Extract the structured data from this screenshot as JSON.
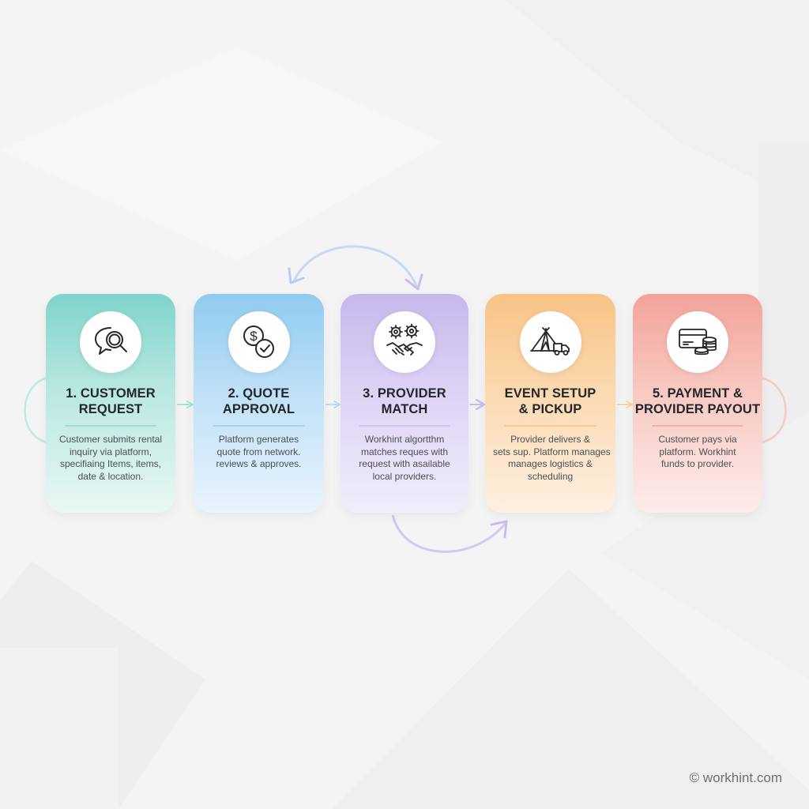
{
  "steps": [
    {
      "title_lines": [
        "1. CUSTOMER",
        "REQUEST"
      ],
      "desc_lines": [
        "Customer submits rental",
        "inquiry via platform,",
        "specifiaing Items, items,",
        "date & location."
      ],
      "icon": "chat-search-icon",
      "color": "#7fd4cb"
    },
    {
      "title_lines": [
        "2. QUOTE",
        "APPROVAL"
      ],
      "desc_lines": [
        "Platform generates",
        "quote from network.",
        "reviews & approves."
      ],
      "icon": "dollar-check-icon",
      "color": "#8fcbf0"
    },
    {
      "title_lines": [
        "3. PROVIDER",
        "MATCH"
      ],
      "desc_lines": [
        "Workhint algortthm",
        "matches reques with",
        "request with asailable",
        "local providers."
      ],
      "icon": "gears-handshake-icon",
      "color": "#c5b8ec"
    },
    {
      "title_lines": [
        "EVENT SETUP",
        "& PICKUP"
      ],
      "desc_lines": [
        "Provider delivers &",
        "sets sup. Platform manages",
        "manages logistics &",
        "scheduling"
      ],
      "icon": "tent-truck-icon",
      "color": "#f8c385"
    },
    {
      "title_lines": [
        "5. PAYMENT &",
        "PROVIDER PAYOUT"
      ],
      "desc_lines": [
        "Customer pays via",
        "platform. Workhint",
        "funds to provider."
      ],
      "icon": "card-coins-icon",
      "color": "#f2a39a"
    }
  ],
  "watermark": "© workhint.com"
}
